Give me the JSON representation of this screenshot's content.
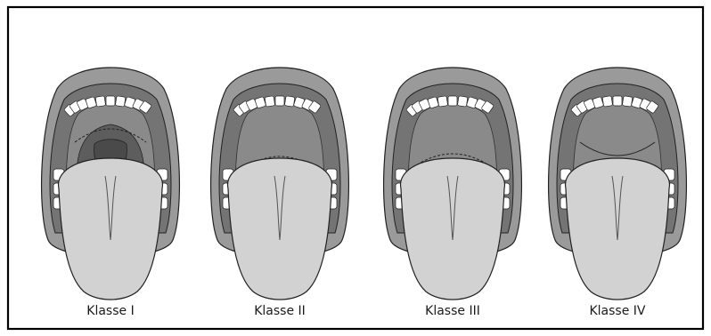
{
  "figure": {
    "panels": [
      {
        "caption": "Klasse I",
        "uvula": "full"
      },
      {
        "caption": "Klasse II",
        "uvula": "tip"
      },
      {
        "caption": "Klasse III",
        "uvula": "none"
      },
      {
        "caption": "Klasse IV",
        "uvula": "none-hard-palate"
      }
    ]
  },
  "colors": {
    "background": "#ffffff",
    "border": "#000000",
    "lip": "#9a9a9a",
    "mouth_interior": "#747474",
    "teeth": "#ffffff",
    "tongue": "#d2d2d2",
    "pharynx": "#5d5d5d",
    "uvula": "#4a4a4a"
  }
}
